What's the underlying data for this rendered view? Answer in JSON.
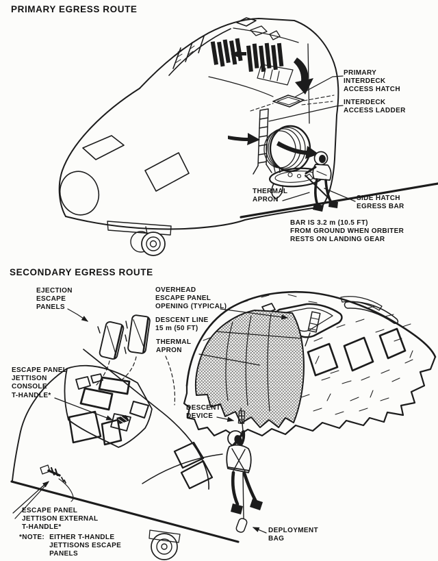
{
  "figure": {
    "ink_color": "#1c1c1c",
    "background_color": "#fcfcfa"
  },
  "primary": {
    "title": "PRIMARY EGRESS ROUTE",
    "labels": {
      "interdeck_hatch": "PRIMARY\nINTERDECK\nACCESS HATCH",
      "interdeck_ladder": "INTERDECK\nACCESS LADDER",
      "thermal_apron": "THERMAL\nAPRON",
      "side_hatch_egress_bar": "SIDE HATCH\nEGRESS BAR",
      "bar_height_note": "BAR IS 3.2 m (10.5 FT)\nFROM GROUND WHEN ORBITER\nRESTS ON LANDING GEAR"
    }
  },
  "secondary": {
    "title": "SECONDARY EGRESS ROUTE",
    "labels": {
      "ejection_escape_panels": "EJECTION\nESCAPE\nPANELS",
      "overhead_opening": "OVERHEAD\nESCAPE PANEL\nOPENING (TYPICAL)",
      "descent_line": "DESCENT LINE\n15 m (50 FT)",
      "thermal_apron": "THERMAL\nAPRON",
      "console_t_handle": "ESCAPE PANEL\nJETTISON\nCONSOLE\nT-HANDLE*",
      "descent_device": "DESCENT\nDEVICE",
      "external_t_handle": "ESCAPE PANEL\nJETTISON EXTERNAL\nT-HANDLE*",
      "note_prefix": "*NOTE:",
      "note_body": "EITHER T-HANDLE\nJETTISONS ESCAPE\nPANELS",
      "deployment_bag": "DEPLOYMENT\nBAG"
    }
  }
}
